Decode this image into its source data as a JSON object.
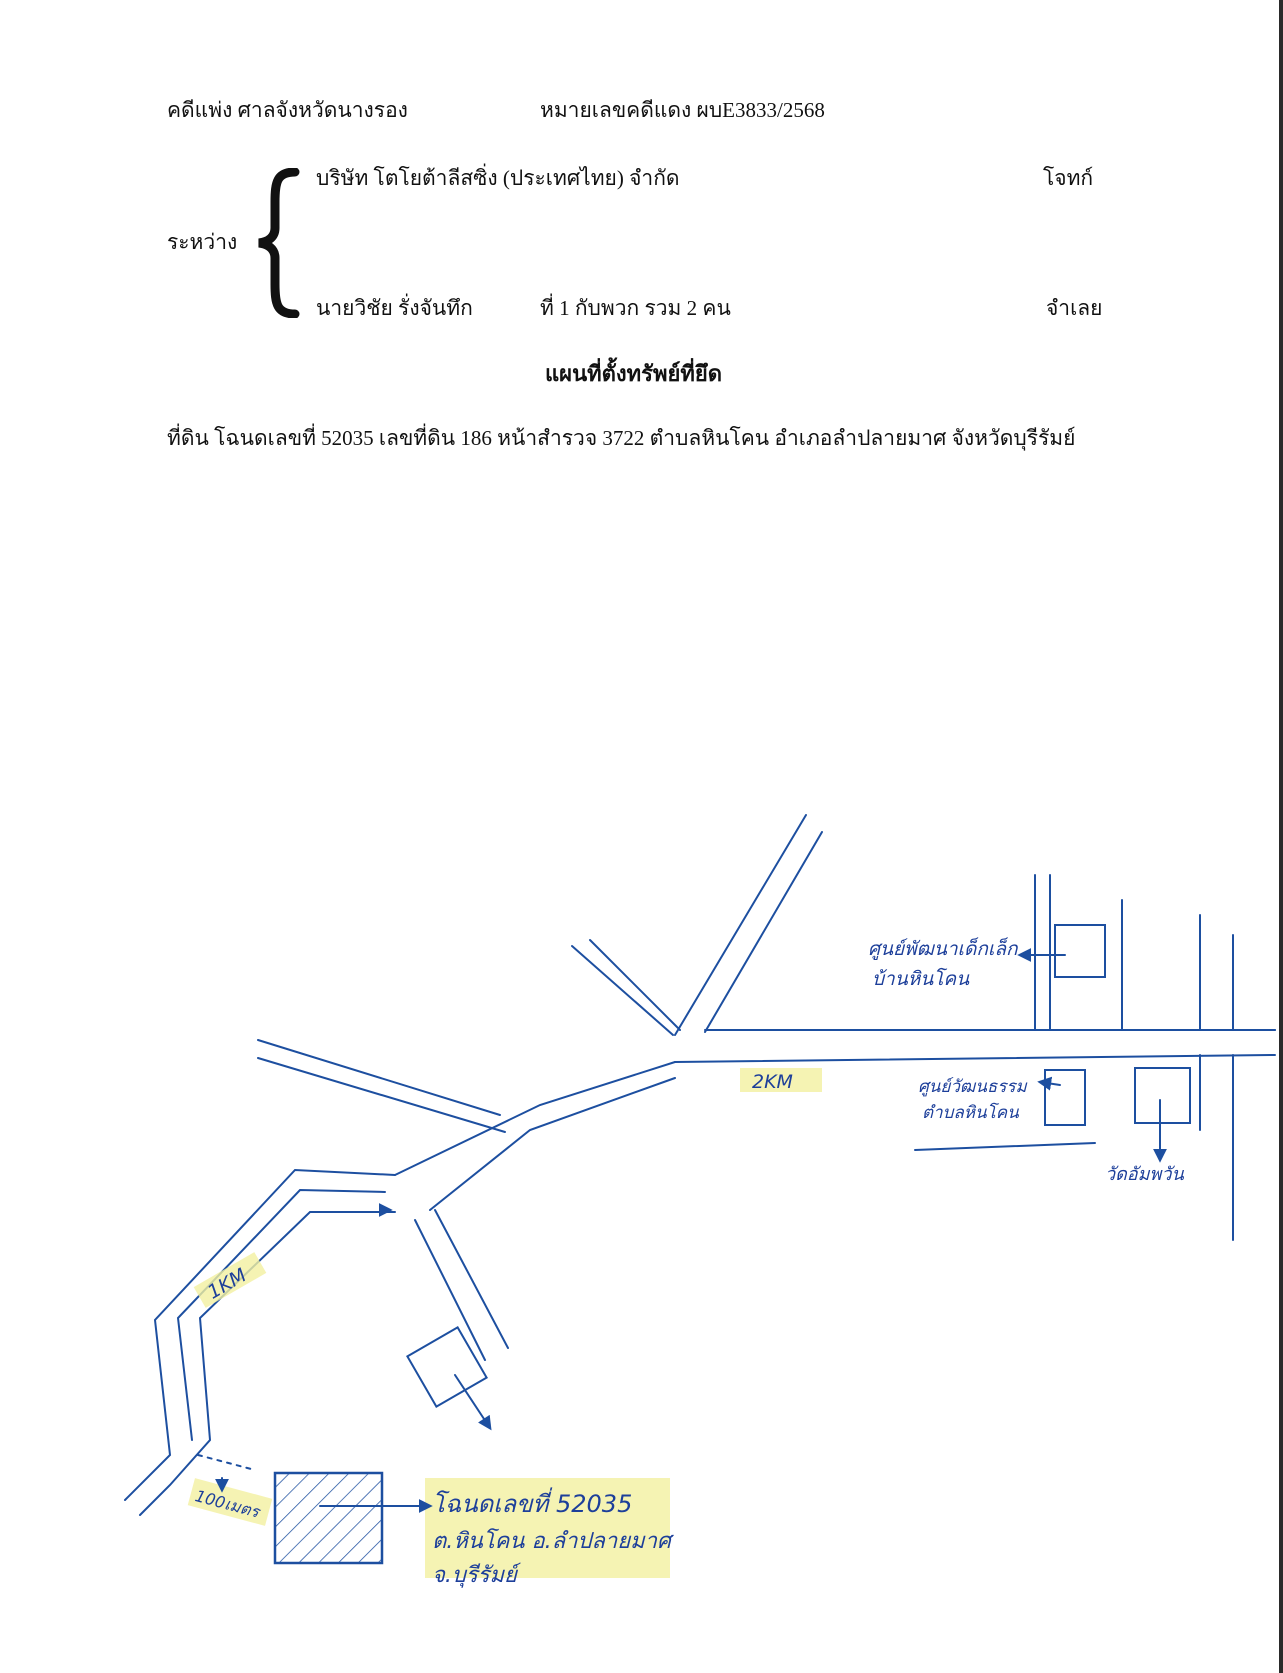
{
  "header": {
    "court": "คดีแพ่ง ศาลจังหวัดนางรอง",
    "case_number": "หมายเลขคดีแดง ผบE3833/2568"
  },
  "parties": {
    "between_label": "ระหว่าง",
    "plaintiff_name": "บริษัท โตโยต้าลีสซิ่ง (ประเทศไทย) จำกัด",
    "plaintiff_role": "โจทก์",
    "defendant_name": "นายวิชัย  รั่งจันทึก",
    "defendant_extra": "ที่ 1 กับพวก รวม 2 คน",
    "defendant_role": "จำเลย"
  },
  "title": "แผนที่ตั้งทรัพย์ที่ยึด",
  "land_description": "ที่ดิน โฉนดเลขที่ 52035 เลขที่ดิน 186 หน้าสำรวจ 3722 ตำบลหินโคน อำเภอลำปลายมาศ จังหวัดบุรีรัมย์",
  "map": {
    "label_child_center_1": "ศูนย์พัฒนาเด็กเล็ก",
    "label_child_center_2": "บ้านหินโคน",
    "label_culture_center_1": "ศูนย์วัฒนธรรม",
    "label_culture_center_2": "ตำบลหินโคน",
    "label_temple": "วัดอัมพวัน",
    "distance_2km": "2KM",
    "distance_1km": "1KM",
    "distance_100m": "100เมตร",
    "plot_label_1": "โฉนดเลขที่ 52035",
    "plot_label_2": "ต.หินโคน อ.ลำปลายมาศ",
    "plot_label_3": "จ.บุรีรัมย์",
    "ink_color": "#1d4fa0",
    "highlight_color": "#f3f0a0"
  }
}
